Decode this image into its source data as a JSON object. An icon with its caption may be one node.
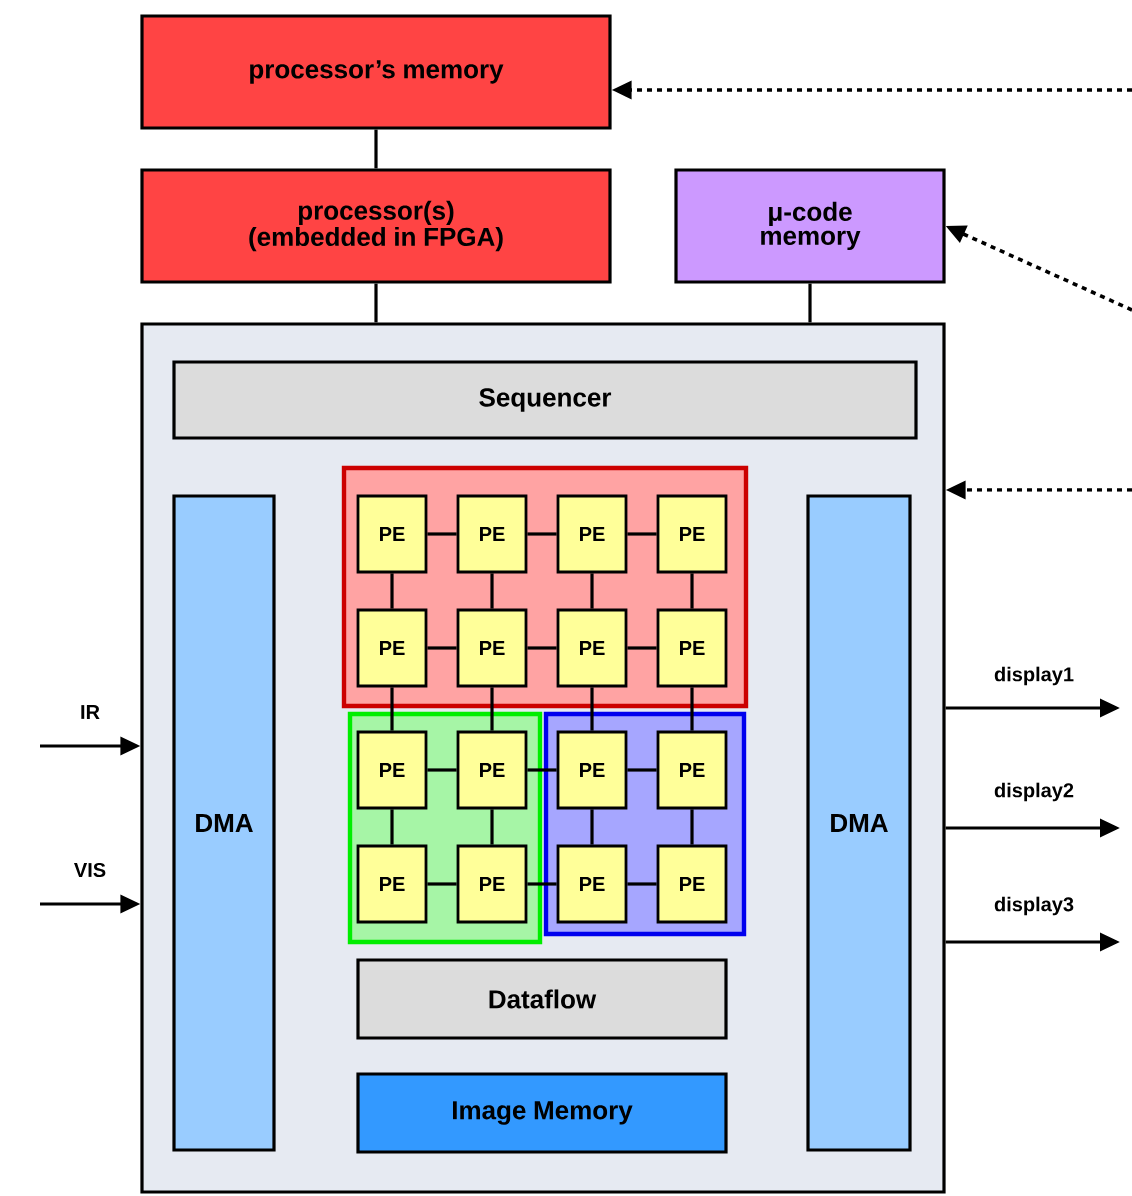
{
  "diagram": {
    "nodes": [
      {
        "text": [
          "processor’s memory"
        ]
      },
      {
        "text": [
          "processor(s) (embedded in FPGA)"
        ]
      },
      {
        "text": [
          "μ-code memory"
        ]
      },
      {
        "text": [],
        "shape": "box"
      },
      {
        "text": [
          "Sequencer"
        ],
        "in": 3
      },
      {
        "text": [
          "DMA"
        ],
        "in": 3
      },
      {
        "text": [
          "DMA"
        ],
        "in": 3
      },
      {
        "text": [],
        "shape": "box",
        "in": 3
      },
      {
        "text": [
          "PE"
        ],
        "in": 7
      },
      {
        "text": [
          "PE"
        ],
        "in": 7
      },
      {
        "text": [
          "PE"
        ],
        "in": 7
      },
      {
        "text": [
          "PE"
        ],
        "in": 7
      },
      {
        "text": [
          "PE"
        ],
        "in": 7
      },
      {
        "text": [
          "PE"
        ],
        "in": 7
      },
      {
        "text": [
          "PE"
        ],
        "in": 7
      },
      {
        "text": [
          "PE"
        ],
        "in": 7
      },
      {
        "text": [],
        "shape": "box",
        "in": 3
      },
      {
        "text": [
          "PE"
        ],
        "in": 16
      },
      {
        "text": [
          "PE"
        ],
        "in": 16
      },
      {
        "text": [
          "PE"
        ],
        "in": 16
      },
      {
        "text": [
          "PE"
        ],
        "in": 16
      },
      {
        "text": [],
        "shape": "box",
        "in": 3
      },
      {
        "text": [
          "PE"
        ],
        "in": 21
      },
      {
        "text": [
          "PE"
        ],
        "in": 21
      },
      {
        "text": [
          "PE"
        ],
        "in": 21
      },
      {
        "text": [
          "PE"
        ],
        "in": 21
      },
      {
        "text": [
          "Dataflow"
        ],
        "in": 3
      },
      {
        "text": [
          "Image Memory"
        ],
        "in": 3
      }
    ],
    "edges": [
      {
        "from": 0,
        "to": 1,
        "arrow": "none"
      },
      {
        "from": 1,
        "to": 3,
        "arrow": "none"
      },
      {
        "from": 2,
        "to": 3,
        "arrow": "none"
      },
      {
        "from": null,
        "to": 0,
        "arrow": "to",
        "style": "dashed"
      },
      {
        "from": null,
        "to": 2,
        "arrow": "to",
        "style": "dashed"
      },
      {
        "from": null,
        "to": 3,
        "arrow": "to",
        "style": "dashed"
      },
      {
        "from": null,
        "to": 3,
        "arrow": "to",
        "label": "IR"
      },
      {
        "from": null,
        "to": 3,
        "arrow": "to",
        "label": "VIS"
      },
      {
        "from": 3,
        "to": null,
        "arrow": "to",
        "label": "display1"
      },
      {
        "from": 3,
        "to": null,
        "arrow": "to",
        "label": "display2"
      },
      {
        "from": 3,
        "to": null,
        "arrow": "to",
        "label": "display3"
      },
      {
        "from": 8,
        "to": 9,
        "arrow": "none"
      },
      {
        "from": 9,
        "to": 10,
        "arrow": "none"
      },
      {
        "from": 10,
        "to": 11,
        "arrow": "none"
      },
      {
        "from": 12,
        "to": 13,
        "arrow": "none"
      },
      {
        "from": 13,
        "to": 14,
        "arrow": "none"
      },
      {
        "from": 14,
        "to": 15,
        "arrow": "none"
      },
      {
        "from": 17,
        "to": 18,
        "arrow": "none"
      },
      {
        "from": 18,
        "to": 22,
        "arrow": "none"
      },
      {
        "from": 22,
        "to": 23,
        "arrow": "none"
      },
      {
        "from": 19,
        "to": 20,
        "arrow": "none"
      },
      {
        "from": 20,
        "to": 24,
        "arrow": "none"
      },
      {
        "from": 24,
        "to": 25,
        "arrow": "none"
      },
      {
        "from": 8,
        "to": 12,
        "arrow": "none"
      },
      {
        "from": 9,
        "to": 13,
        "arrow": "none"
      },
      {
        "from": 10,
        "to": 14,
        "arrow": "none"
      },
      {
        "from": 11,
        "to": 15,
        "arrow": "none"
      },
      {
        "from": 12,
        "to": 17,
        "arrow": "none"
      },
      {
        "from": 13,
        "to": 18,
        "arrow": "none"
      },
      {
        "from": 14,
        "to": 22,
        "arrow": "none"
      },
      {
        "from": 15,
        "to": 23,
        "arrow": "none"
      },
      {
        "from": 17,
        "to": 19,
        "arrow": "none"
      },
      {
        "from": 18,
        "to": 20,
        "arrow": "none"
      },
      {
        "from": 22,
        "to": 24,
        "arrow": "none"
      },
      {
        "from": 23,
        "to": 25,
        "arrow": "none"
      }
    ]
  }
}
